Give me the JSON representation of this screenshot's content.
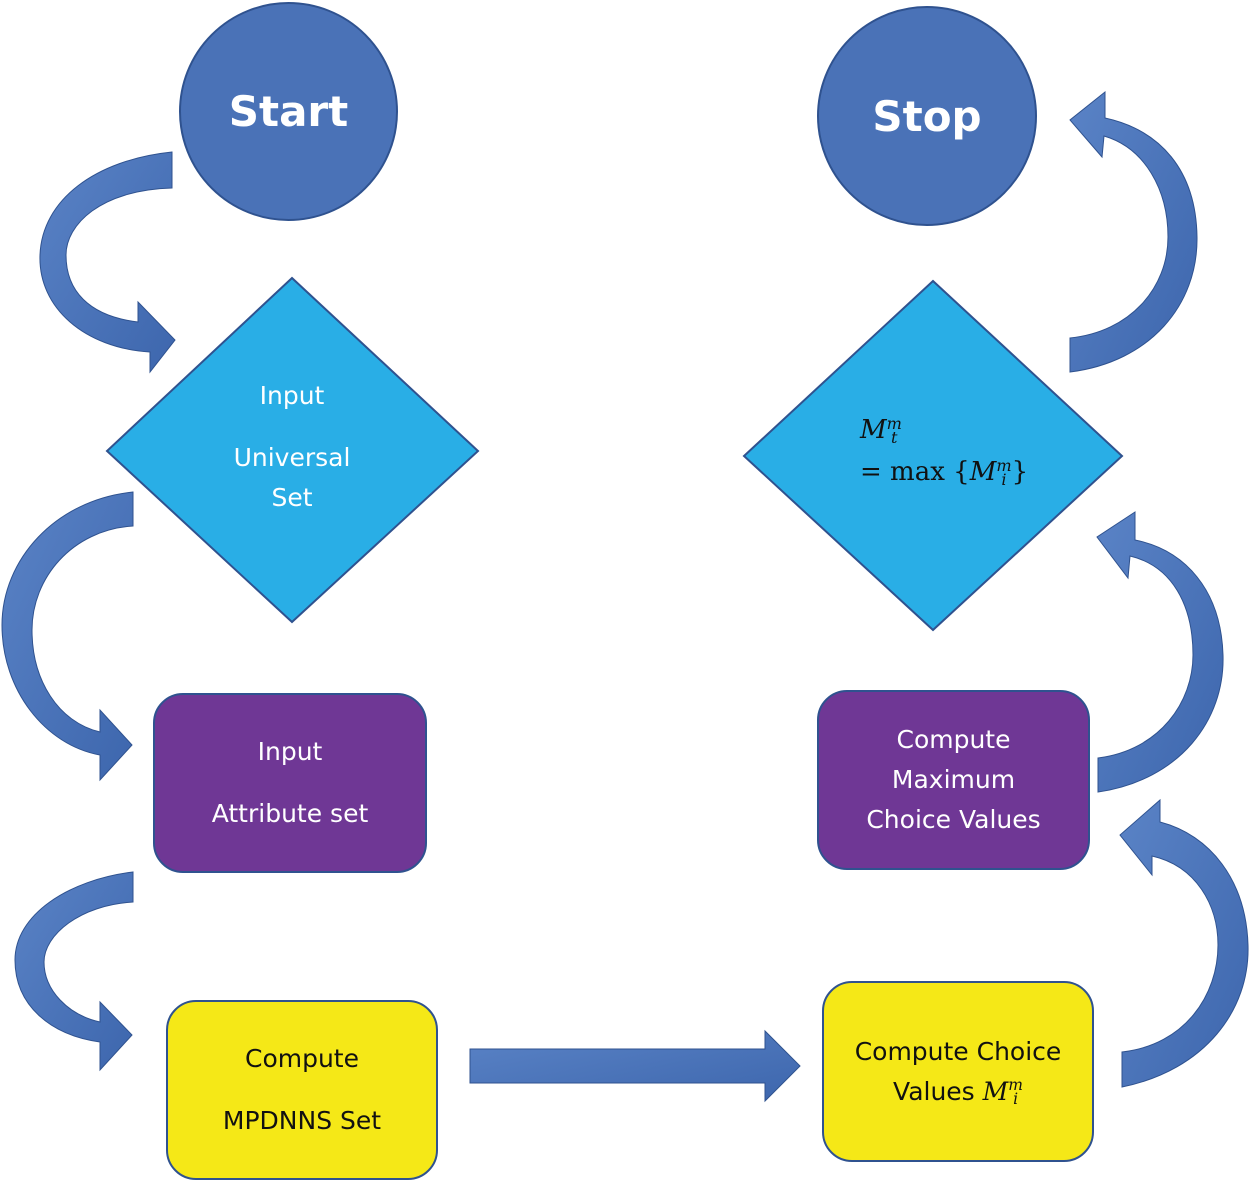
{
  "start": {
    "label": "Start"
  },
  "stop": {
    "label": "Stop"
  },
  "input_universal": {
    "line1": "Input",
    "line2": "Universal",
    "line3": "Set"
  },
  "input_attribute": {
    "line1": "Input",
    "line2": "Attribute set"
  },
  "compute_mpdnns": {
    "line1": "Compute",
    "line2": "MPDNNS Set"
  },
  "compute_choice": {
    "line1": "Compute Choice",
    "line2_text": "Values ",
    "symbol": "M",
    "sup": "m",
    "sub": "i"
  },
  "compute_max": {
    "line1": "Compute",
    "line2": "Maximum",
    "line3": "Choice Values"
  },
  "max_formula": {
    "lhs_symbol": "M",
    "lhs_sup": "m",
    "lhs_sub": "t",
    "eq": "= max {",
    "rhs_symbol": "M",
    "rhs_sup": "m",
    "rhs_sub": "i",
    "close": "}"
  },
  "colors": {
    "arrow": "#4a72b7",
    "circle": "#4a72b7",
    "diamond": "#29aee6",
    "purple": "#6f3795",
    "yellow": "#f5e817",
    "outline": "#2f528f"
  },
  "icons": [
    "curved-arrow",
    "straight-arrow"
  ]
}
